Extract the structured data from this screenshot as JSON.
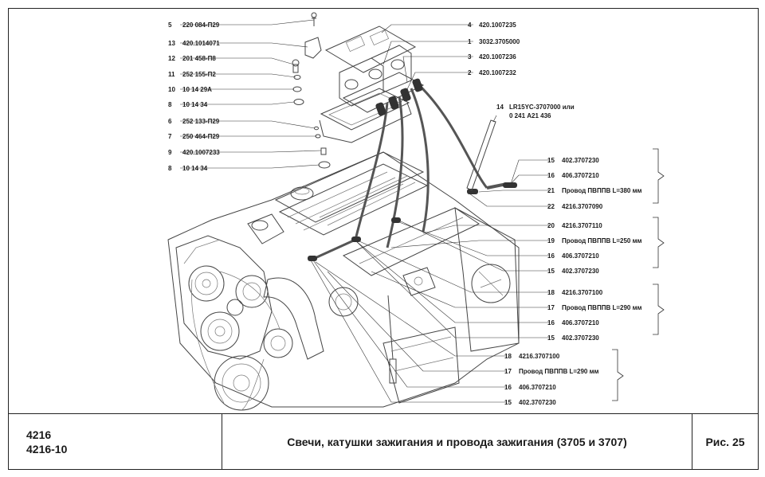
{
  "labels_left": [
    {
      "num": "5",
      "part": "220 084-П29"
    },
    {
      "num": "13",
      "part": "420.1014071"
    },
    {
      "num": "12",
      "part": "201 458-П8"
    },
    {
      "num": "11",
      "part": "252 155-П2"
    },
    {
      "num": "10",
      "part": "10 14 29А"
    },
    {
      "num": "8",
      "part": "10 14 34"
    },
    {
      "num": "6",
      "part": "252 133-П29"
    },
    {
      "num": "7",
      "part": "250 464-П29"
    },
    {
      "num": "9",
      "part": "420.1007233"
    },
    {
      "num": "8",
      "part": "10 14 34"
    }
  ],
  "labels_top_right": [
    {
      "num": "4",
      "part": "420.1007235"
    },
    {
      "num": "1",
      "part": "3032.3705000"
    },
    {
      "num": "3",
      "part": "420.1007236"
    },
    {
      "num": "2",
      "part": "420.1007232"
    }
  ],
  "label_spark": {
    "num": "14",
    "line1": "LR15YC-3707000 или",
    "line2": "0 241 А21 436"
  },
  "wire_groups": [
    {
      "items": [
        {
          "num": "15",
          "part": "402.3707230"
        },
        {
          "num": "16",
          "part": "406.3707210"
        },
        {
          "num": "21",
          "part": "Провод ПВППВ L=380 мм"
        },
        {
          "num": "22",
          "part": "4216.3707090"
        }
      ]
    },
    {
      "items": [
        {
          "num": "20",
          "part": "4216.3707110"
        },
        {
          "num": "19",
          "part": "Провод ПВППВ L=250 мм"
        },
        {
          "num": "16",
          "part": "406.3707210"
        },
        {
          "num": "15",
          "part": "402.3707230"
        }
      ]
    },
    {
      "items": [
        {
          "num": "18",
          "part": "4216.3707100"
        },
        {
          "num": "17",
          "part": "Провод ПВППВ L=290 мм"
        },
        {
          "num": "16",
          "part": "406.3707210"
        },
        {
          "num": "15",
          "part": "402.3707230"
        }
      ]
    },
    {
      "items": [
        {
          "num": "18",
          "part": "4216.3707100"
        },
        {
          "num": "17",
          "part": "Провод ПВППВ L=290 мм"
        },
        {
          "num": "16",
          "part": "406.3707210"
        },
        {
          "num": "15",
          "part": "402.3707230"
        }
      ]
    }
  ],
  "titleblock": {
    "model_1": "4216",
    "model_2": "4216-10",
    "title": "Свечи, катушки зажигания и провода зажигания (3705 и 3707)",
    "figure": "Рис. 25"
  }
}
